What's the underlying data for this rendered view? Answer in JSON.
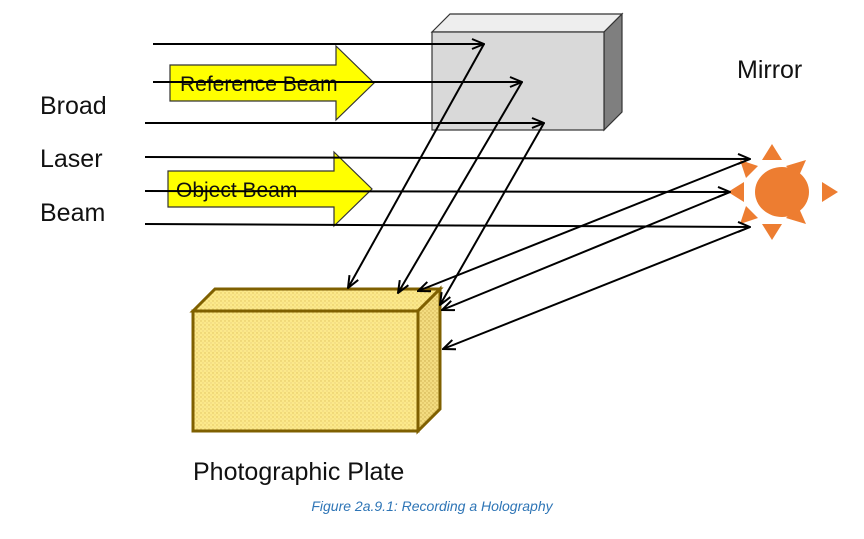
{
  "labels": {
    "broad": "Broad",
    "laser": "Laser",
    "beam": "Beam",
    "reference_beam": "Reference Beam",
    "object_beam": "Object Beam",
    "mirror": "Mirror",
    "photographic_plate": "Photographic Plate"
  },
  "caption": "Figure 2a.9.1: Recording a Holography",
  "colors": {
    "arrow_fill": "#ffff00",
    "mirror_front": "#d9d9d9",
    "mirror_top": "#eeeeee",
    "mirror_side": "#7f7f7f",
    "plate_fill": "#fce98a",
    "plate_border": "#7f6000",
    "sun": "#ed7d31",
    "caption": "#2e75b6"
  }
}
